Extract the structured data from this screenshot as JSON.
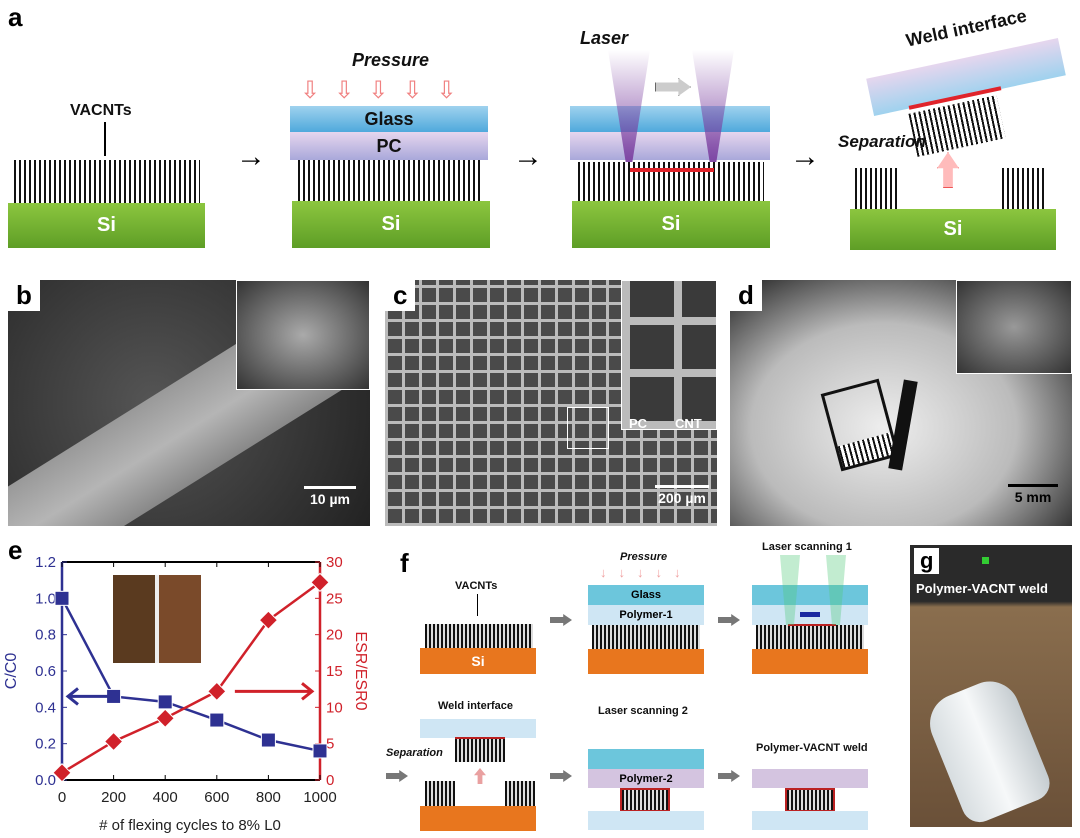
{
  "panels": {
    "a": "a",
    "b": "b",
    "c": "c",
    "d": "d",
    "e": "e",
    "f": "f",
    "g": "g"
  },
  "panel_a": {
    "vacnts": "VACNTs",
    "si": "Si",
    "pressure": "Pressure",
    "glass": "Glass",
    "pc": "PC",
    "laser": "Laser",
    "weld_interface": "Weld interface",
    "separation": "Separation",
    "arrow": "→"
  },
  "panel_b": {
    "scale": "10 µm"
  },
  "panel_c": {
    "scale": "200 µm",
    "pc": "PC",
    "cnt": "CNT"
  },
  "panel_d": {
    "scale": "5 mm"
  },
  "panel_f": {
    "vacnts": "VACNTs",
    "si": "Si",
    "pressure": "Pressure",
    "glass": "Glass",
    "polymer1": "Polymer-1",
    "laser1": "Laser scanning 1",
    "weld_interface": "Weld interface",
    "separation": "Separation",
    "laser2": "Laser scanning 2",
    "polymer2": "Polymer-2",
    "weld": "Polymer-VACNT weld"
  },
  "panel_g": {
    "label": "Polymer-VACNT weld"
  },
  "colors": {
    "blue": "#2e3192",
    "red": "#d0212a"
  },
  "chart_data": {
    "type": "line",
    "xlabel": "# of flexing cycles to 8% L0",
    "x": [
      0,
      200,
      400,
      600,
      800,
      1000
    ],
    "xticks": [
      "0",
      "200",
      "400",
      "600",
      "800",
      "1000"
    ],
    "xlim": [
      0,
      1000
    ],
    "series": [
      {
        "name": "C/C0",
        "axis": "left",
        "marker": "square",
        "values": [
          1.0,
          0.46,
          0.43,
          0.33,
          0.22,
          0.16
        ]
      },
      {
        "name": "ESR/ESR0",
        "axis": "right",
        "marker": "diamond",
        "values": [
          1,
          5.3,
          8.5,
          12.2,
          22,
          27.2
        ]
      }
    ],
    "ylabel_left": "C/C0",
    "ylim_left": [
      0,
      1.2
    ],
    "yticks_left": [
      "0.0",
      "0.2",
      "0.4",
      "0.6",
      "0.8",
      "1.0",
      "1.2"
    ],
    "ylabel_right": "ESR/ESR0",
    "ylim_right": [
      0,
      30
    ],
    "yticks_right": [
      "0",
      "5",
      "10",
      "15",
      "20",
      "25",
      "30"
    ]
  }
}
